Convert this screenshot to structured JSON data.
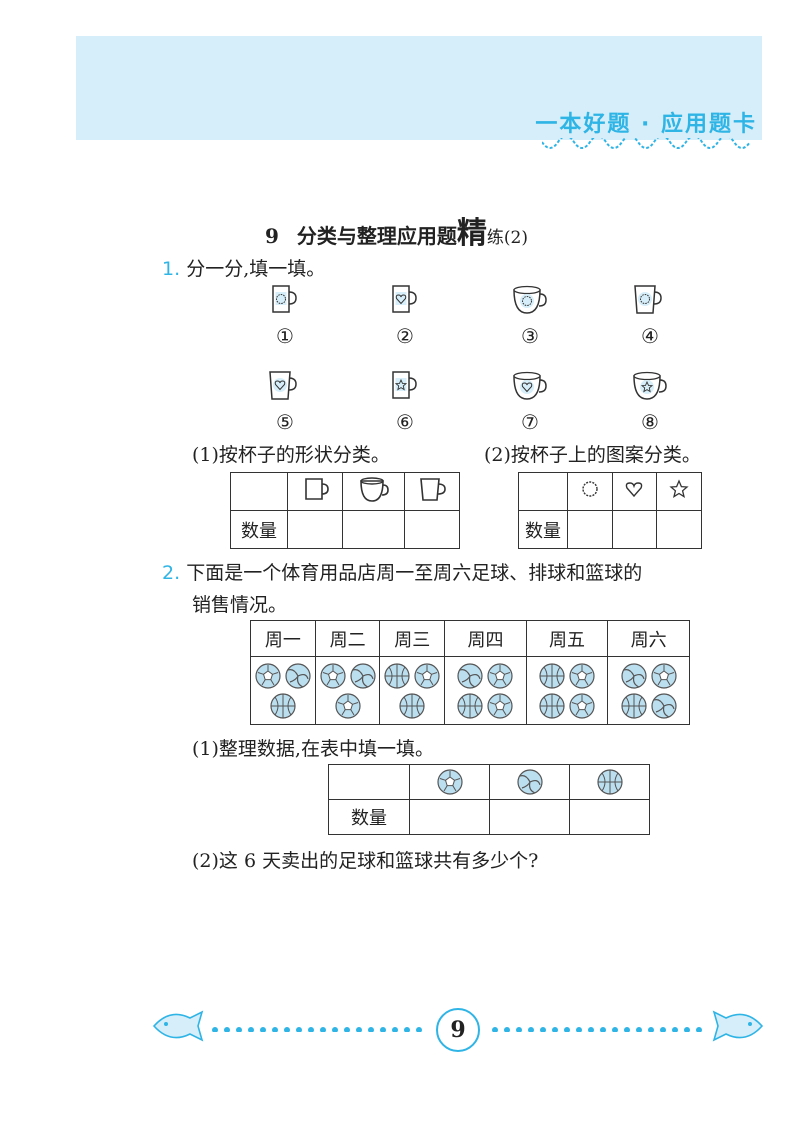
{
  "header": {
    "brand": "一本好题 · 应用题卡"
  },
  "title": {
    "number": "9",
    "main": "分类与整理应用题",
    "big": "精",
    "tail": "练(2)"
  },
  "q1": {
    "num": "1.",
    "text": "分一分,填一填。",
    "cups": [
      {
        "label": "①",
        "shape": "mug",
        "pattern": "circle"
      },
      {
        "label": "②",
        "shape": "mug",
        "pattern": "heart"
      },
      {
        "label": "③",
        "shape": "round",
        "pattern": "circle"
      },
      {
        "label": "④",
        "shape": "tall",
        "pattern": "circle"
      },
      {
        "label": "⑤",
        "shape": "tall",
        "pattern": "heart"
      },
      {
        "label": "⑥",
        "shape": "mug",
        "pattern": "star"
      },
      {
        "label": "⑦",
        "shape": "round",
        "pattern": "heart"
      },
      {
        "label": "⑧",
        "shape": "round",
        "pattern": "star"
      }
    ],
    "sub1": "(1)按杯子的形状分类。",
    "sub2": "(2)按杯子上的图案分类。",
    "count_label": "数量"
  },
  "q2": {
    "num": "2.",
    "text_line1": "下面是一个体育用品店周一至周六足球、排球和篮球的",
    "text_line2": "销售情况。",
    "days": [
      "周一",
      "周二",
      "周三",
      "周四",
      "周五",
      "周六"
    ],
    "sales": [
      [
        "football",
        "volleyball",
        "basketball"
      ],
      [
        "football",
        "volleyball",
        "football"
      ],
      [
        "basketball",
        "football",
        "basketball"
      ],
      [
        "volleyball",
        "football",
        "basketball",
        "football"
      ],
      [
        "basketball",
        "football",
        "basketball",
        "football"
      ],
      [
        "volleyball",
        "football",
        "basketball",
        "volleyball"
      ]
    ],
    "sub1": "(1)整理数据,在表中填一填。",
    "count_label": "数量",
    "sub2": "(2)这 6 天卖出的足球和篮球共有多少个?"
  },
  "footer": {
    "page": "9"
  },
  "colors": {
    "accent": "#2fb4e6",
    "banner": "#d6eef9",
    "ball": "#bcdff0"
  }
}
